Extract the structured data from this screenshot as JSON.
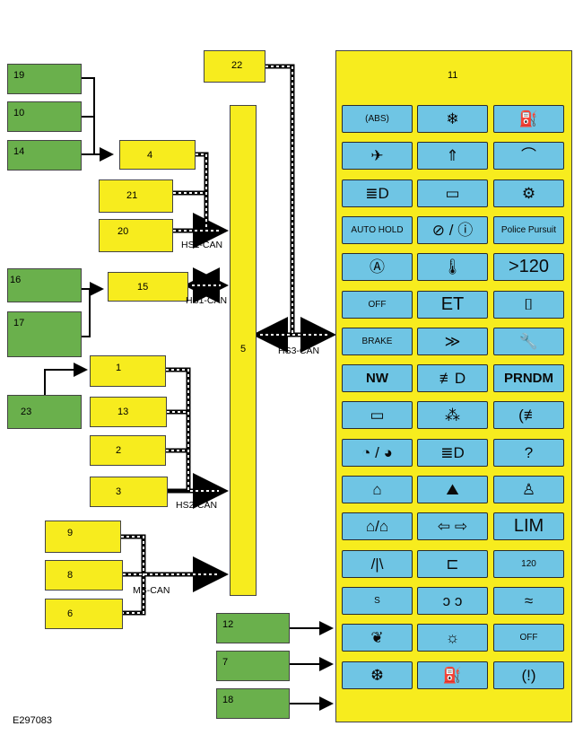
{
  "figure_id": "E297083",
  "bus_labels": {
    "hs1_upper": "HS1-CAN",
    "hs1_lower": "HS1-CAN",
    "hs2": "HS2-CAN",
    "ms": "MS-CAN",
    "hs3": "HS3-CAN"
  },
  "modules": {
    "m1": "1",
    "m2": "2",
    "m3": "3",
    "m4": "4",
    "m5": "5",
    "m6": "6",
    "m7": "7",
    "m8": "8",
    "m9": "9",
    "m10": "10",
    "m11": "11",
    "m12": "12",
    "m13": "13",
    "m14": "14",
    "m15": "15",
    "m16": "16",
    "m17": "17",
    "m18": "18",
    "m19": "19",
    "m20": "20",
    "m21": "21",
    "m22": "22",
    "m23": "23"
  },
  "colors": {
    "module_yellow": "#f7ec1e",
    "module_green": "#6ab04c",
    "indicator_blue": "#6fc5e4"
  },
  "cluster_indicators": [
    {
      "name": "abs-icon",
      "text": "(ABS)"
    },
    {
      "name": "frost-warning-icon",
      "text": ""
    },
    {
      "name": "oil-pressure-icon",
      "text": ""
    },
    {
      "name": "airbag-icon",
      "text": ""
    },
    {
      "name": "lane-keeping-icon",
      "text": ""
    },
    {
      "name": "washer-fluid-icon",
      "text": ""
    },
    {
      "name": "auto-high-beam-icon",
      "text": ""
    },
    {
      "name": "trailer-icon",
      "text": ""
    },
    {
      "name": "check-engine-icon",
      "text": ""
    },
    {
      "name": "auto-hold-icon",
      "text": "AUTO HOLD"
    },
    {
      "name": "brake-system-icon",
      "text": ""
    },
    {
      "name": "police-pursuit-icon",
      "text": "Police Pursuit"
    },
    {
      "name": "auto-start-stop-icon",
      "text": ""
    },
    {
      "name": "coolant-temperature-icon",
      "text": ""
    },
    {
      "name": "speed-warning-icon",
      "text": ">120"
    },
    {
      "name": "auto-start-off-icon",
      "text": "OFF"
    },
    {
      "name": "engine-temp-et-icon",
      "text": "ET"
    },
    {
      "name": "key-not-detected-icon",
      "text": ""
    },
    {
      "name": "brake-warning-icon",
      "text": "BRAKE"
    },
    {
      "name": "pre-collision-icon",
      "text": ""
    },
    {
      "name": "service-wrench-icon",
      "text": ""
    },
    {
      "name": "nw-icon",
      "text": "NW"
    },
    {
      "name": "front-fog-icon",
      "text": ""
    },
    {
      "name": "prndm-icon",
      "text": "PRNDM"
    },
    {
      "name": "battery-icon",
      "text": ""
    },
    {
      "name": "ice-warning-icon",
      "text": ""
    },
    {
      "name": "rear-fog-icon",
      "text": ""
    },
    {
      "name": "blind-spot-icon",
      "text": ""
    },
    {
      "name": "high-beam-icon",
      "text": ""
    },
    {
      "name": "seatbelt-question-icon",
      "text": "?"
    },
    {
      "name": "adaptive-cruise-icon",
      "text": ""
    },
    {
      "name": "hill-descent-icon",
      "text": ""
    },
    {
      "name": "seatbelt-icon",
      "text": ""
    },
    {
      "name": "door-ajar-icon",
      "text": ""
    },
    {
      "name": "turn-signal-icon",
      "text": ""
    },
    {
      "name": "lim-icon",
      "text": "LIM"
    },
    {
      "name": "lane-departure-icon",
      "text": ""
    },
    {
      "name": "tailgate-ajar-icon",
      "text": ""
    },
    {
      "name": "speed-limit-120-icon",
      "text": "120"
    },
    {
      "name": "steering-icon",
      "text": "S"
    },
    {
      "name": "position-lamps-icon",
      "text": ""
    },
    {
      "name": "stability-control-icon",
      "text": ""
    },
    {
      "name": "eco-leaf-icon",
      "text": ""
    },
    {
      "name": "bulb-failure-icon",
      "text": ""
    },
    {
      "name": "stability-control-off-icon",
      "text": "OFF"
    },
    {
      "name": "low-temperature-icon",
      "text": ""
    },
    {
      "name": "low-fuel-icon",
      "text": ""
    },
    {
      "name": "tire-pressure-icon",
      "text": ""
    }
  ]
}
